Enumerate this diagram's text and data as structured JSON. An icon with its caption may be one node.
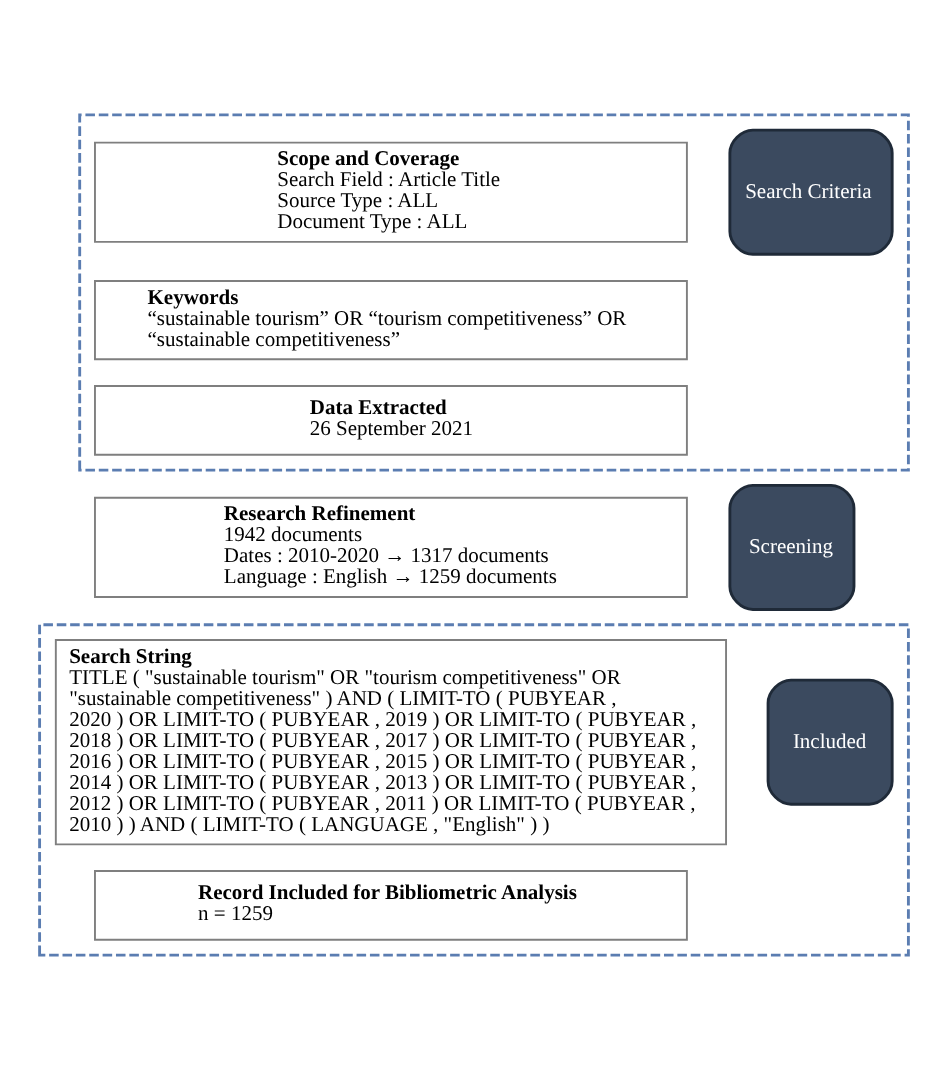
{
  "diagram": {
    "nodes": [
      {
        "text": [],
        "shape": "box"
      },
      {
        "text": [
          "Search Criteria"
        ],
        "in": 0
      },
      {
        "text": [
          "Scope and Coverage",
          "Search Field : Article Title",
          "Source Type : ALL",
          "Document Type : ALL"
        ],
        "in": 0
      },
      {
        "text": [
          "Keywords",
          "“sustainable tourism” OR “tourism competitiveness” OR “sustainable competitiveness”"
        ],
        "in": 0
      },
      {
        "text": [
          "Data Extracted",
          "26 September 2021"
        ],
        "in": 0
      },
      {
        "text": [
          "Screening"
        ]
      },
      {
        "text": [
          "Research Refinement",
          "1942 documents",
          "Dates : 2010-2020 → 1317 documents",
          "Language : English → 1259 documents"
        ]
      },
      {
        "text": [],
        "shape": "box"
      },
      {
        "text": [
          "Included"
        ],
        "in": 7
      },
      {
        "text": [
          "Search String",
          "TITLE ( \"sustainable tourism\" OR \"tourism competitiveness\" OR \"sustainable competitiveness\" ) AND ( LIMIT-TO ( PUBYEAR , 2020 ) OR LIMIT-TO ( PUBYEAR , 2019 ) OR LIMIT-TO ( PUBYEAR , 2018 ) OR LIMIT-TO ( PUBYEAR , 2017 ) OR LIMIT-TO ( PUBYEAR , 2016 ) OR LIMIT-TO ( PUBYEAR , 2015 ) OR LIMIT-TO ( PUBYEAR , 2014 ) OR LIMIT-TO ( PUBYEAR , 2013 ) OR LIMIT-TO ( PUBYEAR , 2012 ) OR LIMIT-TO ( PUBYEAR , 2011 ) OR LIMIT-TO ( PUBYEAR , 2010 ) ) AND ( LIMIT-TO ( LANGUAGE , \"English\" ) )"
        ],
        "in": 7
      },
      {
        "text": [
          "Record Included for Bibliometric Analysis",
          "n = 1259"
        ],
        "in": 7
      }
    ],
    "edges": []
  }
}
